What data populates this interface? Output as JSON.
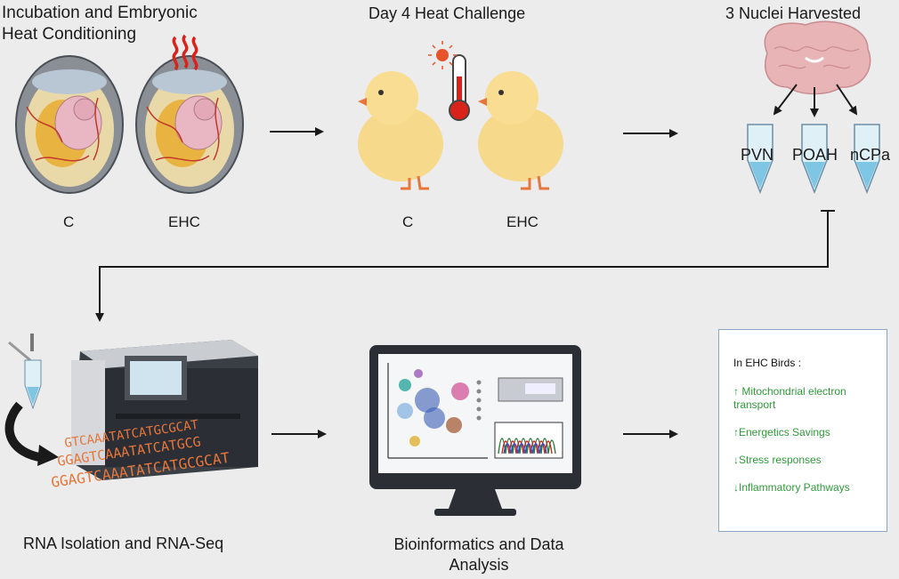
{
  "panels": {
    "incubation": {
      "title_line1": "Incubation and Embryonic",
      "title_line2": "Heat Conditioning",
      "label_left": "C",
      "label_right": "EHC"
    },
    "heat_challenge": {
      "title": "Day 4 Heat Challenge",
      "label_left": "C",
      "label_right": "EHC"
    },
    "nuclei": {
      "title": "3 Nuclei Harvested",
      "tubes": [
        "PVN",
        "POAH",
        "nCPa"
      ]
    },
    "rna": {
      "title": "RNA Isolation and RNA-Seq",
      "seq_lines": [
        "GTCAAATATCATGCGCAT",
        "GGAGTCAAATATCATGCG",
        "GGAGTCAAATATCATGCGCAT"
      ]
    },
    "bioinfo": {
      "title_line1": "Bioinformatics and Data",
      "title_line2": "Analysis"
    },
    "results": {
      "heading": "In EHC Birds :",
      "findings": [
        "↑ Mitochondrial electron transport",
        "↑Energetics Savings",
        "↓Stress responses",
        "↓Inflammatory Pathways"
      ]
    }
  },
  "colors": {
    "background": "#ececec",
    "findings_text": "#2f9a3a",
    "dna_text": "#e8763a",
    "heat_waves": "#d9231a"
  }
}
